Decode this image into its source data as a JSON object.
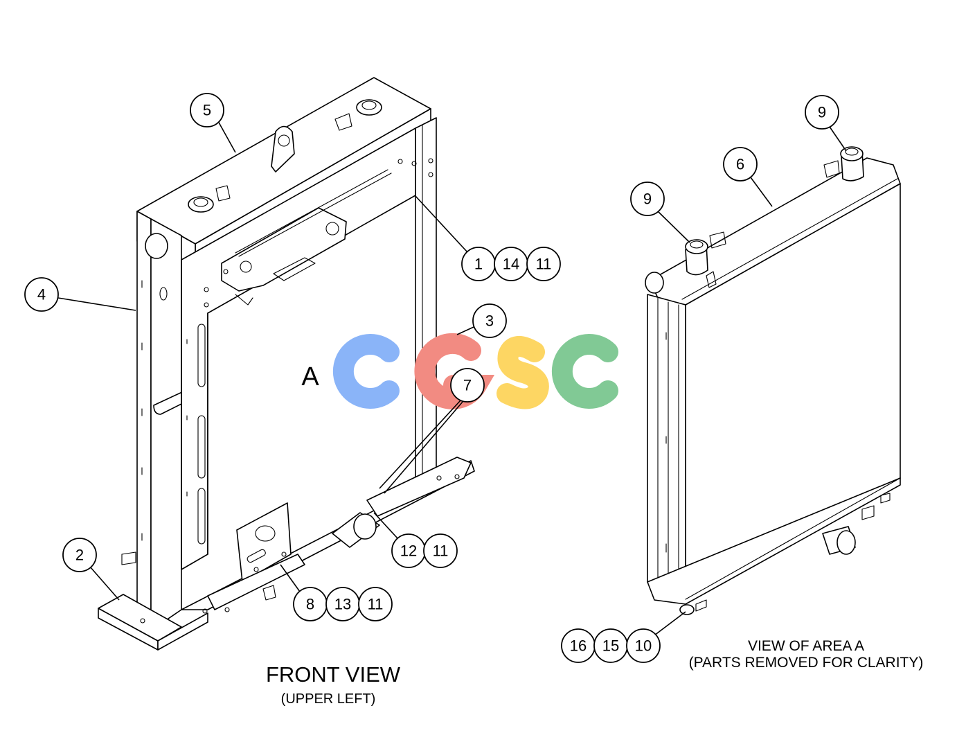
{
  "watermark": {
    "letters": [
      "C",
      "G",
      "S",
      "C"
    ],
    "colors": [
      "#8ab4f8",
      "#f28b82",
      "#fdd663",
      "#81c995"
    ]
  },
  "area_label": "A",
  "front_view": {
    "title": "FRONT VIEW",
    "subtitle": "(UPPER LEFT)",
    "callouts": [
      "5",
      "4",
      "2",
      "1",
      "14",
      "11",
      "3",
      "7",
      "12",
      "11",
      "8",
      "13",
      "11"
    ]
  },
  "detail_view": {
    "title": "VIEW OF AREA A",
    "subtitle": "(PARTS REMOVED FOR CLARITY)",
    "callouts": [
      "9",
      "6",
      "9",
      "16",
      "15",
      "10"
    ]
  }
}
